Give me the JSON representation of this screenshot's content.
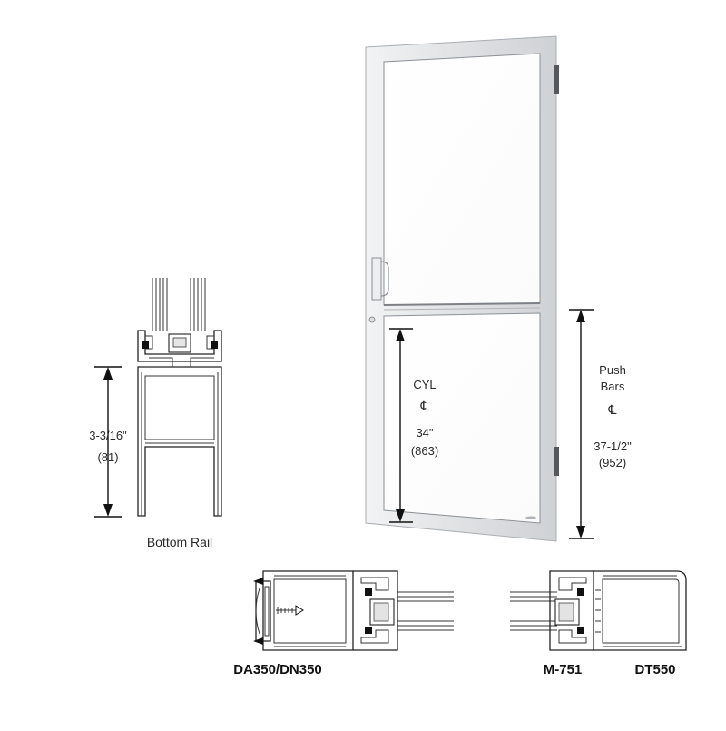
{
  "bottom_rail": {
    "height_label": "3-3/16\"",
    "height_metric": "(81)",
    "caption": "Bottom Rail"
  },
  "door": {
    "cyl_label": "CYL",
    "cyl_dim": "34\"",
    "cyl_metric": "(863)",
    "push_label_1": "Push",
    "push_label_2": "Bars",
    "push_dim": "37-1/2\"",
    "push_metric": "(952)",
    "centerline_symbol": "℄"
  },
  "sections": {
    "left_label": "DA350/DN350",
    "middle_label": "M-751",
    "right_label": "DT550"
  },
  "colors": {
    "frame": "#e6e7e9",
    "frame_edge": "#b9bcc0",
    "line": "#222222"
  }
}
